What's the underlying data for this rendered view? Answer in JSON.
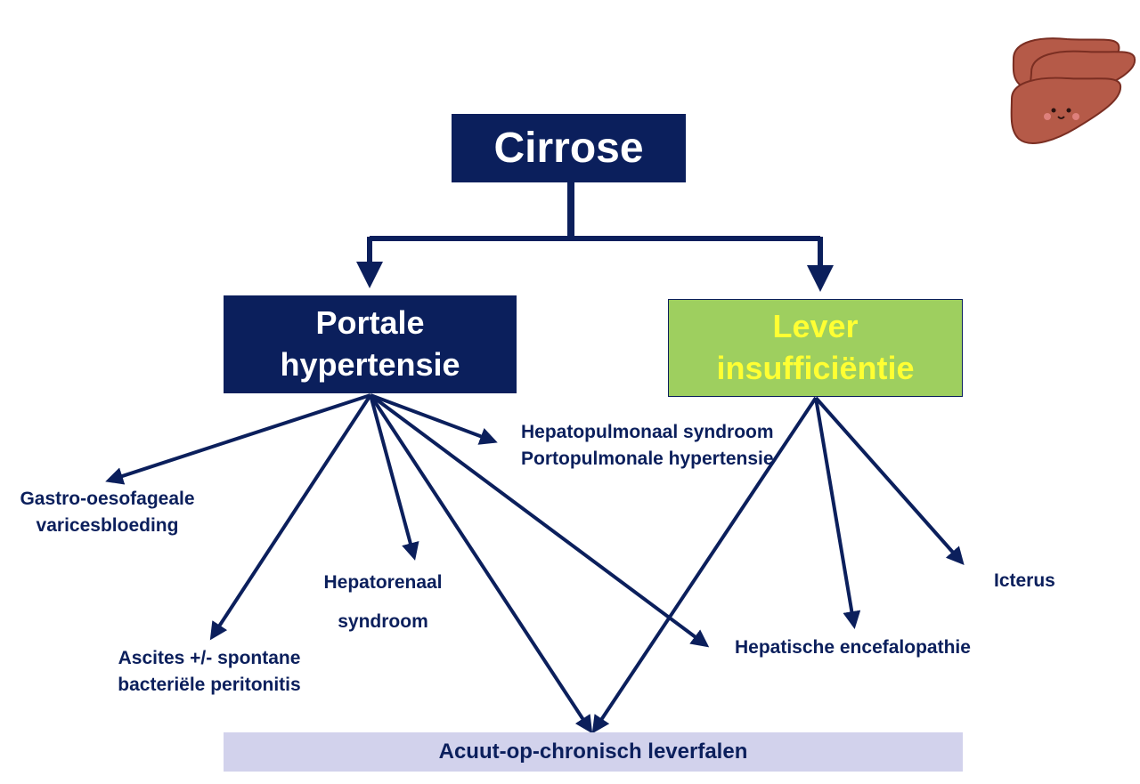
{
  "diagram": {
    "root": "Cirrose",
    "portal": {
      "line1": "Portale",
      "line2": "hypertensie"
    },
    "liver": {
      "line1": "Lever",
      "line2": "insufficiëntie",
      "text_color": "#ffff33"
    },
    "outcomes": {
      "gastro": {
        "line1": "Gastro-oesofageale",
        "line2": "varicesbloeding"
      },
      "hepatopulmonary": {
        "line1": "Hepatopulmonaal syndroom",
        "line2": "Portopulmonale hypertensie"
      },
      "hepatorenal": {
        "line1": "Hepatorenaal",
        "line2": "syndroom"
      },
      "ascites": {
        "line1": "Ascites +/- spontane",
        "line2": "bacteriële peritonitis"
      },
      "encephalopathy": "Hepatische encefalopathie",
      "icterus": "Icterus",
      "aclf": "Acuut-op-chronisch leverfalen"
    },
    "colors": {
      "navy": "#0b1f5c",
      "green": "#9ecf5f",
      "lavender": "#d2d2ec",
      "yellow": "#ffff33"
    }
  }
}
